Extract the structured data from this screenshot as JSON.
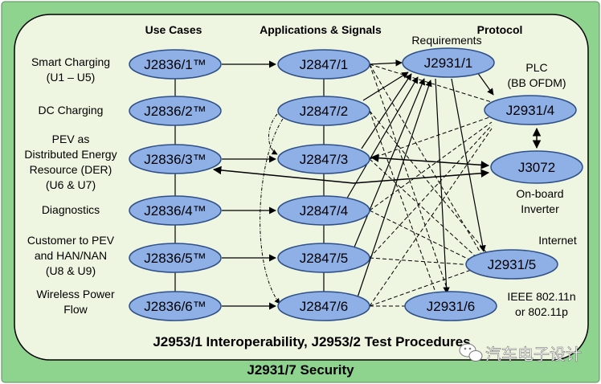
{
  "colors": {
    "outer_bg": "#8ed48f",
    "inner_bg": "#eef5e0",
    "node_fill": "#8fb0e6",
    "node_stroke": "#2f4f87",
    "line": "#000000"
  },
  "headers": {
    "use_cases": "Use Cases",
    "applications": "Applications & Signals",
    "protocol": "Protocol"
  },
  "labels": {
    "smart_charging_1": "Smart Charging",
    "smart_charging_2": "(U1 – U5)",
    "dc_charging": "DC Charging",
    "pev_1": "PEV as",
    "pev_2": "Distributed Energy",
    "pev_3": "Resource (DER)",
    "pev_4": "(U6 & U7)",
    "diagnostics": "Diagnostics",
    "customer_1": "Customer to PEV",
    "customer_2": "and HAN/NAN",
    "customer_3": "(U8 & U9)",
    "wireless_1": "Wireless Power",
    "wireless_2": "Flow",
    "requirements": "Requirements",
    "plc_1": "PLC",
    "plc_2": "(BB OFDM)",
    "onboard_1": "On-board",
    "onboard_2": "Inverter",
    "internet": "Internet",
    "ieee_1": "IEEE 802.11n",
    "ieee_2": "or 802.11p"
  },
  "nodes": {
    "j2836_1": "J2836/1™",
    "j2836_2": "J2836/2™",
    "j2836_3": "J2836/3™",
    "j2836_4": "J2836/4™",
    "j2836_5": "J2836/5™",
    "j2836_6": "J2836/6™",
    "j2847_1": "J2847/1",
    "j2847_2": "J2847/2",
    "j2847_3": "J2847/3",
    "j2847_4": "J2847/4",
    "j2847_5": "J2847/5",
    "j2847_6": "J2847/6",
    "j2931_1": "J2931/1",
    "j2931_4": "J2931/4",
    "j3072": "J3072",
    "j2931_5": "J2931/5",
    "j2931_6": "J2931/6"
  },
  "footer": {
    "interop": "J2953/1 Interoperability, J2953/2 Test Procedures",
    "security": "J2931/7 Security"
  },
  "watermark": "汽车电子设计"
}
